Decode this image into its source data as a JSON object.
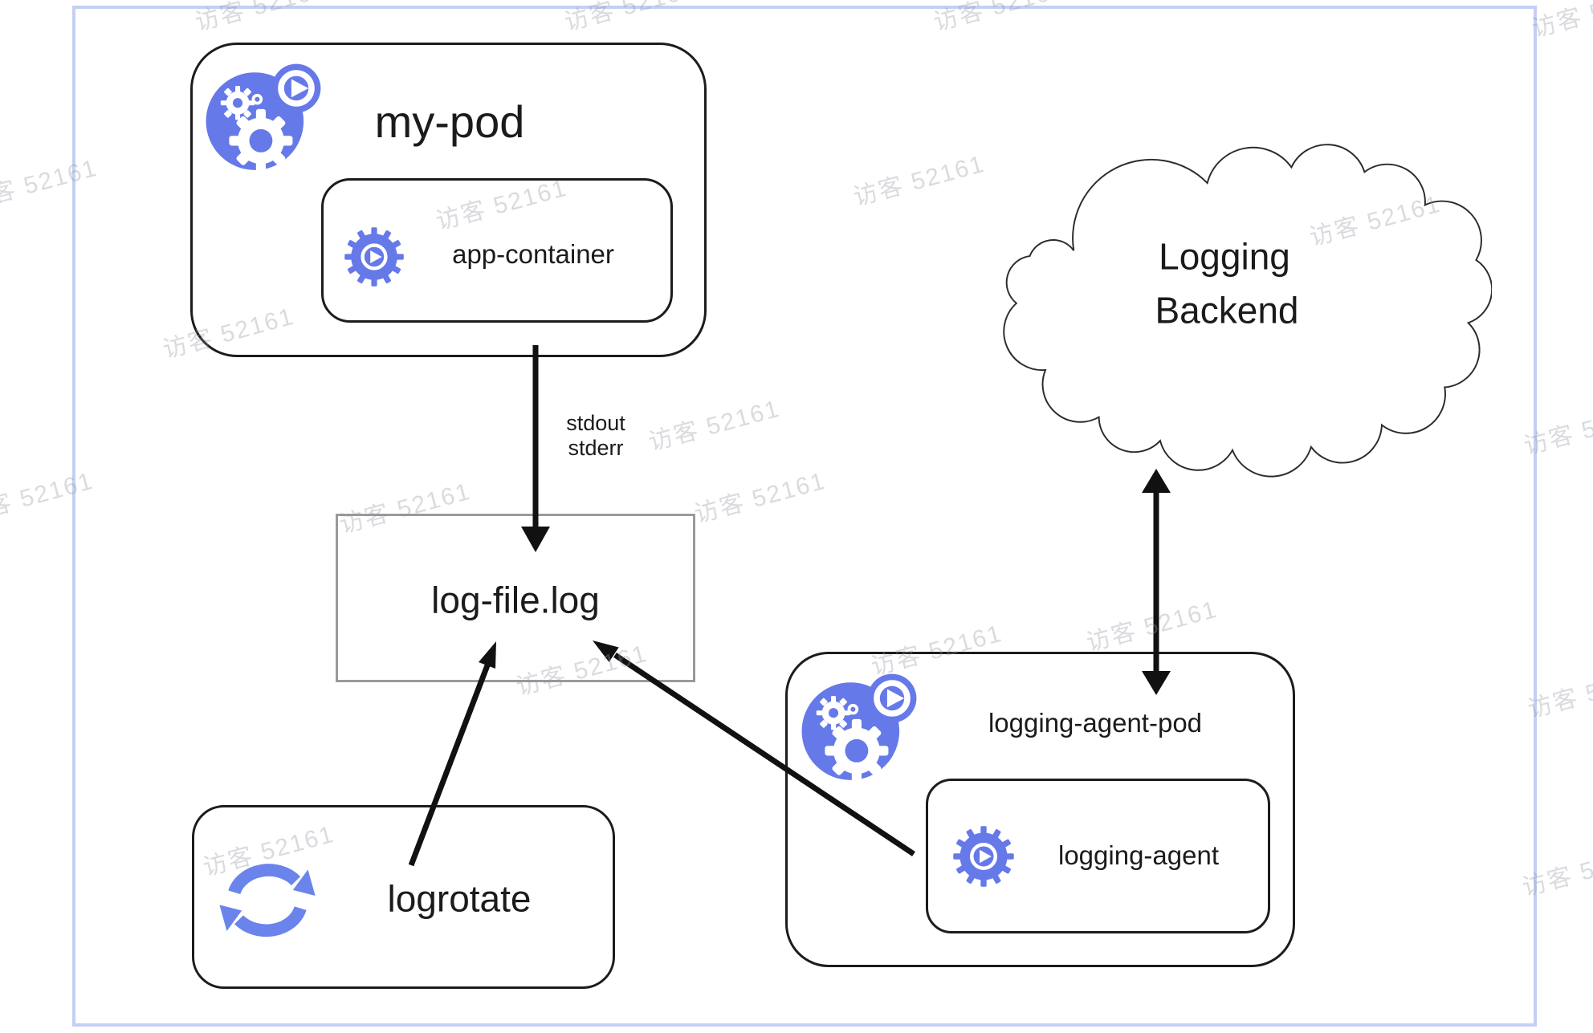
{
  "watermark_text": "访客 52161",
  "nodes": {
    "my_pod": "my-pod",
    "app_container": "app-container",
    "log_file": "log-file.log",
    "logrotate": "logrotate",
    "logging_agent_pod": "logging-agent-pod",
    "logging_agent": "logging-agent",
    "backend_line1": "Logging",
    "backend_line2": "Backend"
  },
  "edge_labels": {
    "stdout": "stdout",
    "stderr": "stderr"
  },
  "colors": {
    "icon_blue": "#6679e8",
    "logrotate_blue": "#6b84ec",
    "box_border": "#1c1c1c",
    "logfile_border": "#9a9a9a",
    "arrow_black": "#111111",
    "frame_blue": "#c5cff2",
    "watermark_gray": "#9196a0"
  }
}
